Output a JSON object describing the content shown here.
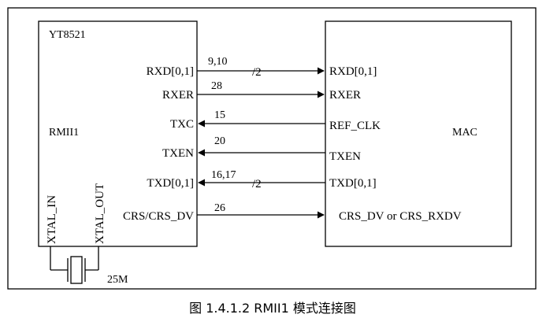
{
  "phy": {
    "name": "YT8521",
    "interface": "RMII1"
  },
  "mac": {
    "name": "MAC"
  },
  "signals": [
    {
      "phy_label": "RXD[0,1]",
      "pins": "9,10",
      "width": "/2",
      "mac_label": "RXD[0,1]",
      "direction": "phy-to-mac"
    },
    {
      "phy_label": "RXER",
      "pins": "28",
      "width": "",
      "mac_label": "RXER",
      "direction": "phy-to-mac"
    },
    {
      "phy_label": "TXC",
      "pins": "15",
      "width": "",
      "mac_label": "REF_CLK",
      "direction": "mac-to-phy"
    },
    {
      "phy_label": "TXEN",
      "pins": "20",
      "width": "",
      "mac_label": "TXEN",
      "direction": "mac-to-phy"
    },
    {
      "phy_label": "TXD[0,1]",
      "pins": "16,17",
      "width": "/2",
      "mac_label": "TXD[0,1]",
      "direction": "mac-to-phy"
    },
    {
      "phy_label": "CRS/CRS_DV",
      "pins": "26",
      "width": "",
      "mac_label": "CRS_DV or CRS_RXDV",
      "direction": "phy-to-mac"
    }
  ],
  "crystal": {
    "pin_in": "XTAL_IN",
    "pin_out": "XTAL_OUT",
    "frequency": "25M"
  },
  "caption": "图 1.4.1.2 RMII1 模式连接图"
}
